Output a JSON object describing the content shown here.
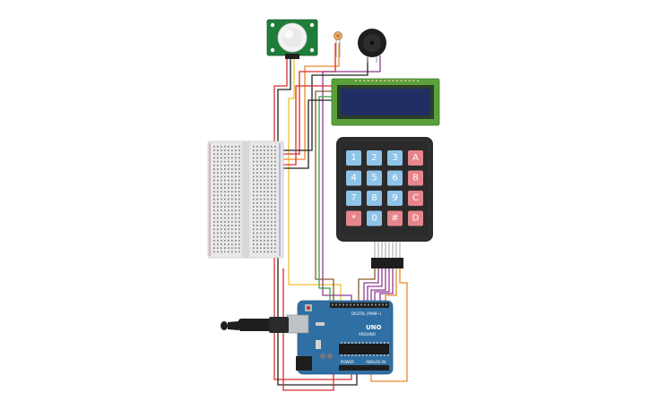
{
  "keypad": {
    "rows": [
      [
        "1",
        "2",
        "3",
        "A"
      ],
      [
        "4",
        "5",
        "6",
        "B"
      ],
      [
        "7",
        "8",
        "9",
        "C"
      ],
      [
        "*",
        "0",
        "#",
        "D"
      ]
    ]
  },
  "arduino": {
    "logo_text": "UNO",
    "brand_text": "ARDUINO",
    "digital_label": "DIGITAL (PWM~)",
    "power_label": "POWER",
    "analog_label": "ANALOG IN"
  },
  "colors": {
    "board_blue": "#2f6fa3",
    "pir_green": "#1f7d3a",
    "lcd_green": "#5aa13c",
    "lcd_screen": "#1f2f63",
    "keypad_body": "#2b2b2b",
    "key_blue": "#8fc3e8",
    "key_red": "#e6858b",
    "breadboard": "#e8e8e8",
    "wire_red": "#d82c2c",
    "wire_black": "#222222",
    "wire_yellow": "#f2c230",
    "wire_orange": "#e8892d",
    "wire_green": "#3aa04a",
    "wire_purple": "#8e3b8f",
    "wire_brown": "#8a5a2b"
  }
}
